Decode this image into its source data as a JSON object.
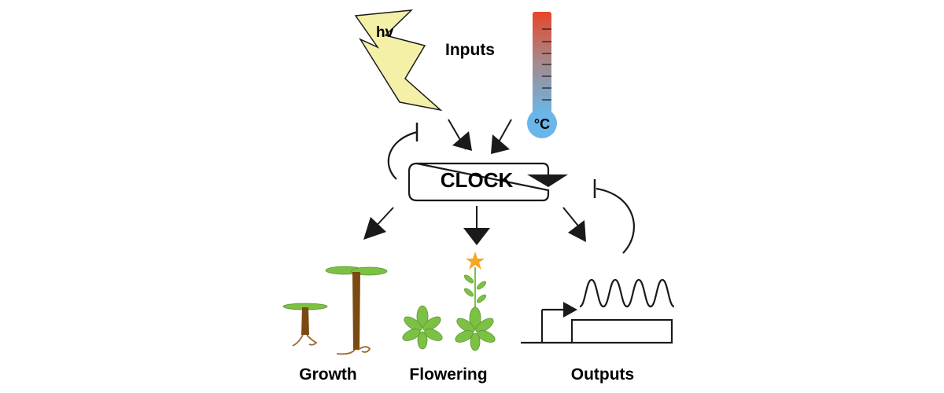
{
  "labels": {
    "inputs": "Inputs",
    "light_symbol": "hv",
    "temperature_unit": "°C",
    "clock": "CLOCK",
    "growth": "Growth",
    "flowering": "Flowering",
    "outputs": "Outputs"
  },
  "colors": {
    "lightning_fill": "#f4f0a8",
    "thermometer_top": "#e8452a",
    "thermometer_bottom": "#6bb6e8",
    "leaf_green": "#7cc144",
    "stem_brown": "#7a4a12",
    "flower_orange": "#f5a623",
    "line": "#1a1a1a"
  },
  "icons": [
    "lightning-icon",
    "thermometer-icon",
    "seedling-icon",
    "rosette-icon",
    "flowering-plant-icon",
    "gene-promoter-icon",
    "oscillation-wave-icon"
  ]
}
